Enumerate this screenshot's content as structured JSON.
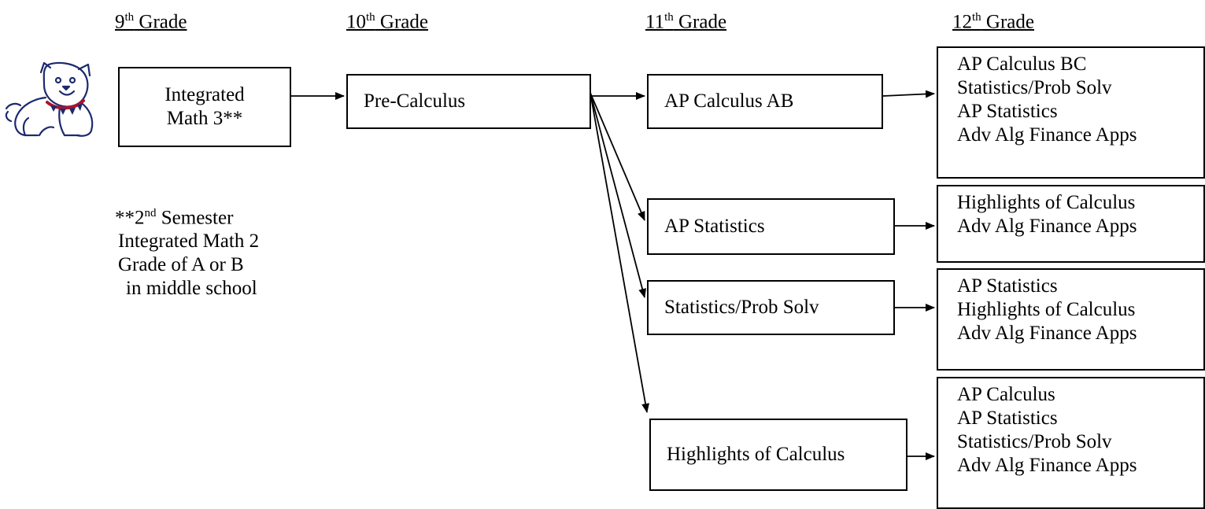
{
  "headers": {
    "g9": {
      "num": "9",
      "sup": "th",
      "word": " Grade"
    },
    "g10": {
      "num": "10",
      "sup": "th",
      "word": " Grade"
    },
    "g11": {
      "num": "11",
      "sup": "th",
      "word": " Grade"
    },
    "g12": {
      "num": "12",
      "sup": "th",
      "word": " Grade"
    }
  },
  "grade9": {
    "line1": "Integrated",
    "line2": "Math 3**"
  },
  "note": {
    "prefix": "**2",
    "sup": "nd",
    "rest": " Semester",
    "lines": [
      "Integrated Math 2",
      "Grade of A or B",
      "in middle school"
    ]
  },
  "grade10": {
    "course": "Pre-Calculus"
  },
  "grade11": {
    "calc_ab": "AP Calculus AB",
    "ap_stats": "AP Statistics",
    "stats_prob": "Statistics/Prob Solv",
    "highlights": "Highlights of Calculus"
  },
  "grade12": {
    "after_calc_ab": [
      "AP Calculus BC",
      "Statistics/Prob Solv",
      "AP Statistics",
      "Adv Alg Finance Apps"
    ],
    "after_ap_stats": [
      "Highlights of Calculus",
      "Adv Alg Finance Apps"
    ],
    "after_stats_prob": [
      "AP Statistics",
      "Highlights of Calculus",
      "Adv Alg Finance Apps"
    ],
    "after_highlights": [
      "AP Calculus",
      "AP Statistics",
      "Statistics/Prob Solv",
      "Adv Alg Finance Apps"
    ]
  },
  "logo": {
    "icon": "bulldog-mascot-icon",
    "color": "#1c2a6e",
    "accent": "#b0122a"
  }
}
